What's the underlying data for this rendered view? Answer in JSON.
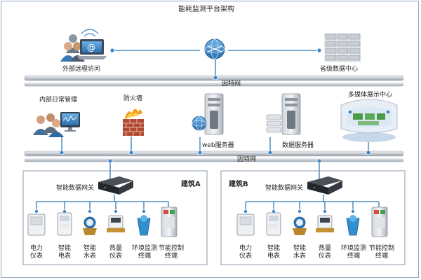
{
  "title": "能耗监测平台架构",
  "top": {
    "remote_access": "外部远程访问",
    "provincial_center": "省级数据中心",
    "ethernet_1": "因特网"
  },
  "middle": {
    "internal_mgmt": "内部日常管理",
    "firewall": "防火墙",
    "web_server": "web服务器",
    "db_server": "数据服务器",
    "multimedia": "多媒体展示中心",
    "ethernet_2": "因特网"
  },
  "building_a": {
    "name": "建筑A",
    "gateway": "智能数据网关",
    "devices": [
      {
        "line1": "电力",
        "line2": "仪表"
      },
      {
        "line1": "智能",
        "line2": "电表"
      },
      {
        "line1": "智能",
        "line2": "水表"
      },
      {
        "line1": "热量",
        "line2": "仪表"
      },
      {
        "line1": "环境监测",
        "line2": "终端"
      },
      {
        "line1": "节能控制",
        "line2": "终端"
      }
    ]
  },
  "building_b": {
    "name": "建筑B",
    "gateway": "智能数据网关",
    "devices": [
      {
        "line1": "电力",
        "line2": "仪表"
      },
      {
        "line1": "智能",
        "line2": "电表"
      },
      {
        "line1": "智能",
        "line2": "水表"
      },
      {
        "line1": "热量",
        "line2": "仪表"
      },
      {
        "line1": "环境监测",
        "line2": "终端"
      },
      {
        "line1": "节能控制",
        "line2": "终端"
      }
    ]
  },
  "colors": {
    "bus": "#c9ced6",
    "line": "#2f78b8",
    "node": "#3a86c9",
    "border": "#8fa7c4"
  }
}
